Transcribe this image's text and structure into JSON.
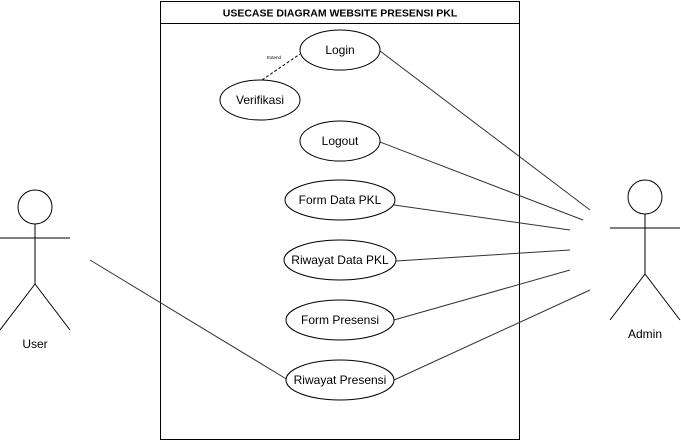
{
  "diagram": {
    "system_title": "USECASE DIAGRAM WEBSITE PRESENSI PKL",
    "actors": {
      "user": "User",
      "admin": "Admin"
    },
    "use_cases": {
      "login": "Login",
      "verifikasi": "Verifikasi",
      "logout": "Logout",
      "form_data_pkl": "Form Data PKL",
      "riwayat_data_pkl": "Riwayat Data PKL",
      "form_presensi": "Form Presensi",
      "riwayat_presensi": "Riwayat Presensi"
    },
    "extend_label": "Extend"
  }
}
